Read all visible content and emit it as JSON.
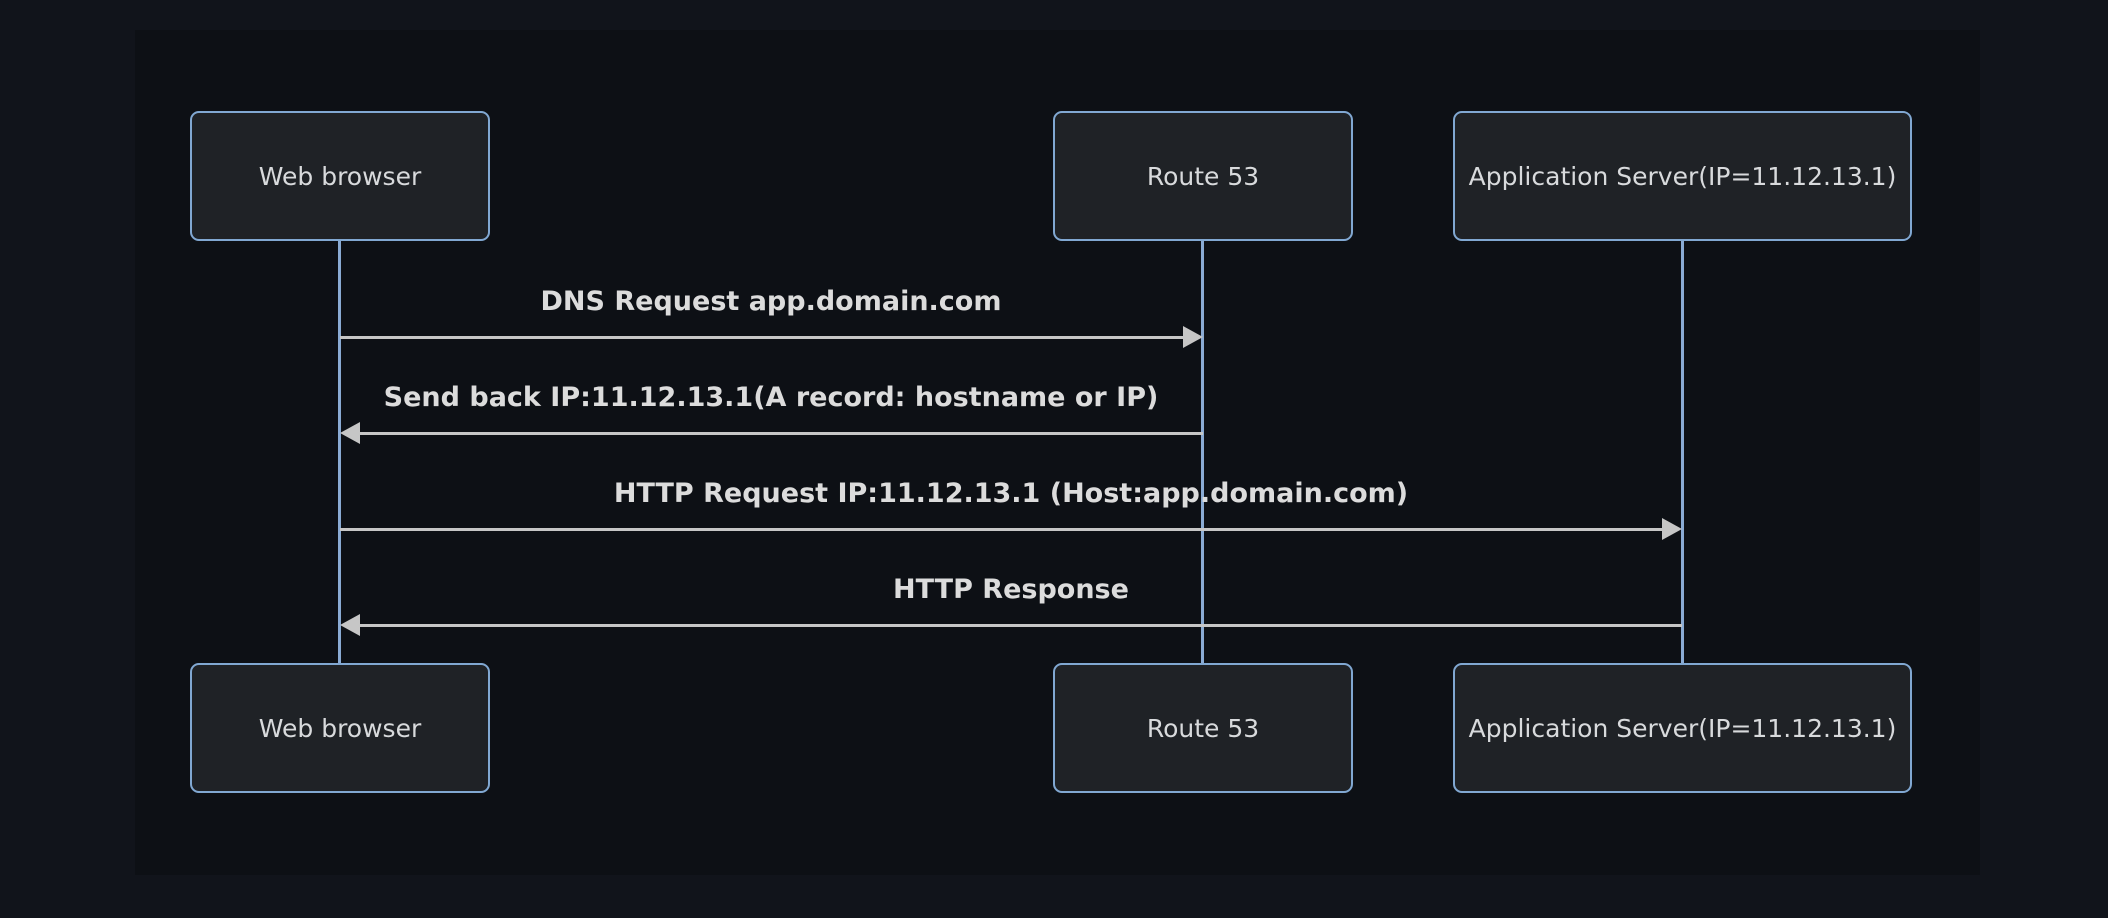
{
  "diagram": {
    "kind": "sequence-diagram",
    "actors": [
      {
        "id": "web-browser",
        "label": "Web browser"
      },
      {
        "id": "route-53",
        "label": "Route 53"
      },
      {
        "id": "application-server",
        "label": "Application Server(IP=11.12.13.1)"
      }
    ],
    "messages": [
      {
        "from": "Web browser",
        "to": "Route 53",
        "label": "DNS Request app.domain.com",
        "direction": "right",
        "line_style": "solid"
      },
      {
        "from": "Route 53",
        "to": "Web browser",
        "label": "Send back IP:11.12.13.1(A record: hostname or IP)",
        "direction": "left",
        "line_style": "solid"
      },
      {
        "from": "Web browser",
        "to": "Application Server(IP=11.12.13.1)",
        "label": "HTTP Request IP:11.12.13.1 (Host:app.domain.com)",
        "direction": "right",
        "line_style": "solid"
      },
      {
        "from": "Application Server(IP=11.12.13.1)",
        "to": "Web browser",
        "label": "HTTP Response",
        "direction": "left",
        "line_style": "solid"
      }
    ],
    "colors": {
      "background": "#11141b",
      "canvas_background": "#0d1015",
      "actor_fill": "#1f2226",
      "actor_border": "#81a8d2",
      "actor_text": "#d8dadc",
      "lifeline": "#8aabd4",
      "signal_line": "#c6c6c6",
      "signal_text": "#dcdcdc"
    }
  }
}
